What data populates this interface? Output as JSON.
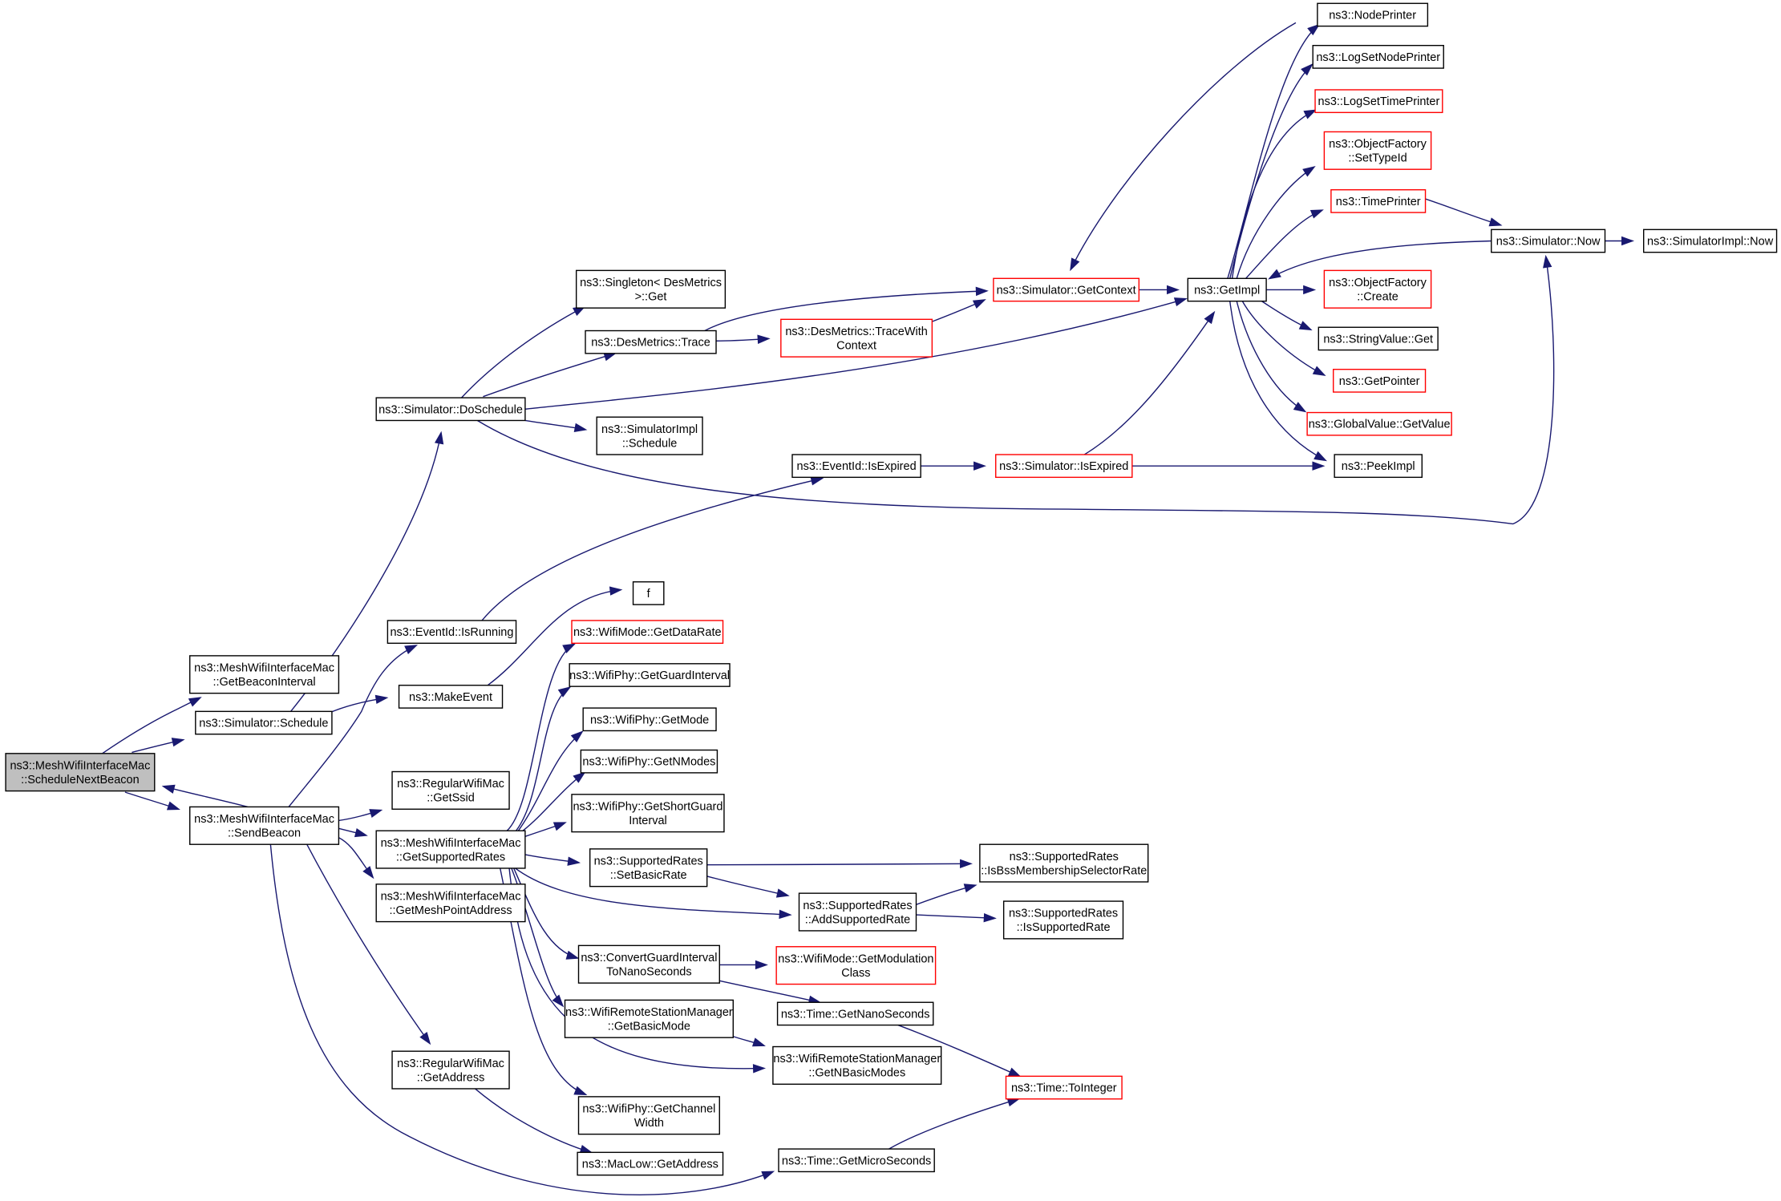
{
  "colors": {
    "edge": "#191970",
    "normal_border": "#000000",
    "truncated_border": "#ff0000",
    "root_fill": "#bfbfbf",
    "node_fill": "#ffffff"
  },
  "nodes": [
    {
      "id": "root",
      "lines": [
        "ns3::MeshWifiInterfaceMac",
        "::ScheduleNextBeacon"
      ],
      "kind": "root"
    },
    {
      "id": "getBeaconInterval",
      "lines": [
        "ns3::MeshWifiInterfaceMac",
        "::GetBeaconInterval"
      ],
      "kind": "normal"
    },
    {
      "id": "simSchedule",
      "lines": [
        "ns3::Simulator::Schedule"
      ],
      "kind": "normal"
    },
    {
      "id": "sendBeacon",
      "lines": [
        "ns3::MeshWifiInterfaceMac",
        "::SendBeacon"
      ],
      "kind": "normal"
    },
    {
      "id": "doSchedule",
      "lines": [
        "ns3::Simulator::DoSchedule"
      ],
      "kind": "normal"
    },
    {
      "id": "singletonGet",
      "lines": [
        "ns3::Singleton< DesMetrics",
        ">::Get"
      ],
      "kind": "normal"
    },
    {
      "id": "desTrace",
      "lines": [
        "ns3::DesMetrics::Trace"
      ],
      "kind": "normal"
    },
    {
      "id": "simImplSchedule",
      "lines": [
        "ns3::SimulatorImpl",
        "::Schedule"
      ],
      "kind": "normal"
    },
    {
      "id": "traceWithContext",
      "lines": [
        "ns3::DesMetrics::TraceWith",
        "Context"
      ],
      "kind": "truncated"
    },
    {
      "id": "getContext",
      "lines": [
        "ns3::Simulator::GetContext"
      ],
      "kind": "truncated"
    },
    {
      "id": "getImpl",
      "lines": [
        "ns3::GetImpl"
      ],
      "kind": "normal"
    },
    {
      "id": "eventIsExpired",
      "lines": [
        "ns3::EventId::IsExpired"
      ],
      "kind": "normal"
    },
    {
      "id": "simIsExpired",
      "lines": [
        "ns3::Simulator::IsExpired"
      ],
      "kind": "truncated"
    },
    {
      "id": "nodePrinter",
      "lines": [
        "ns3::NodePrinter"
      ],
      "kind": "normal"
    },
    {
      "id": "logSetNodePrinter",
      "lines": [
        "ns3::LogSetNodePrinter"
      ],
      "kind": "normal"
    },
    {
      "id": "logSetTimePrinter",
      "lines": [
        "ns3::LogSetTimePrinter"
      ],
      "kind": "truncated"
    },
    {
      "id": "ofSetTypeId",
      "lines": [
        "ns3::ObjectFactory",
        "::SetTypeId"
      ],
      "kind": "truncated"
    },
    {
      "id": "timePrinter",
      "lines": [
        "ns3::TimePrinter"
      ],
      "kind": "truncated"
    },
    {
      "id": "ofCreate",
      "lines": [
        "ns3::ObjectFactory",
        "::Create"
      ],
      "kind": "truncated"
    },
    {
      "id": "stringValueGet",
      "lines": [
        "ns3::StringValue::Get"
      ],
      "kind": "normal"
    },
    {
      "id": "getPointer",
      "lines": [
        "ns3::GetPointer"
      ],
      "kind": "truncated"
    },
    {
      "id": "globalValueGet",
      "lines": [
        "ns3::GlobalValue::GetValue"
      ],
      "kind": "truncated"
    },
    {
      "id": "peekImpl",
      "lines": [
        "ns3::PeekImpl"
      ],
      "kind": "normal"
    },
    {
      "id": "simNow",
      "lines": [
        "ns3::Simulator::Now"
      ],
      "kind": "normal"
    },
    {
      "id": "simImplNow",
      "lines": [
        "ns3::SimulatorImpl::Now"
      ],
      "kind": "normal"
    },
    {
      "id": "eventIsRunning",
      "lines": [
        "ns3::EventId::IsRunning"
      ],
      "kind": "normal"
    },
    {
      "id": "makeEvent",
      "lines": [
        "ns3::MakeEvent"
      ],
      "kind": "normal"
    },
    {
      "id": "f",
      "lines": [
        "f"
      ],
      "kind": "normal"
    },
    {
      "id": "getSsid",
      "lines": [
        "ns3::RegularWifiMac",
        "::GetSsid"
      ],
      "kind": "normal"
    },
    {
      "id": "getSupportedRates",
      "lines": [
        "ns3::MeshWifiInterfaceMac",
        "::GetSupportedRates"
      ],
      "kind": "normal"
    },
    {
      "id": "getMeshPointAddress",
      "lines": [
        "ns3::MeshWifiInterfaceMac",
        "::GetMeshPointAddress"
      ],
      "kind": "normal"
    },
    {
      "id": "regGetAddress",
      "lines": [
        "ns3::RegularWifiMac",
        "::GetAddress"
      ],
      "kind": "normal"
    },
    {
      "id": "getDataRate",
      "lines": [
        "ns3::WifiMode::GetDataRate"
      ],
      "kind": "truncated"
    },
    {
      "id": "getGuardInterval",
      "lines": [
        "ns3::WifiPhy::GetGuardInterval"
      ],
      "kind": "normal"
    },
    {
      "id": "getMode",
      "lines": [
        "ns3::WifiPhy::GetMode"
      ],
      "kind": "normal"
    },
    {
      "id": "getNModes",
      "lines": [
        "ns3::WifiPhy::GetNModes"
      ],
      "kind": "normal"
    },
    {
      "id": "getShortGuard",
      "lines": [
        "ns3::WifiPhy::GetShortGuard",
        "Interval"
      ],
      "kind": "normal"
    },
    {
      "id": "setBasicRate",
      "lines": [
        "ns3::SupportedRates",
        "::SetBasicRate"
      ],
      "kind": "normal"
    },
    {
      "id": "isBssMembership",
      "lines": [
        "ns3::SupportedRates",
        "::IsBssMembershipSelectorRate"
      ],
      "kind": "normal"
    },
    {
      "id": "addSupportedRate",
      "lines": [
        "ns3::SupportedRates",
        "::AddSupportedRate"
      ],
      "kind": "normal"
    },
    {
      "id": "isSupportedRate",
      "lines": [
        "ns3::SupportedRates",
        "::IsSupportedRate"
      ],
      "kind": "normal"
    },
    {
      "id": "convertGuard",
      "lines": [
        "ns3::ConvertGuardInterval",
        "ToNanoSeconds"
      ],
      "kind": "normal"
    },
    {
      "id": "getModClass",
      "lines": [
        "ns3::WifiMode::GetModulation",
        "Class"
      ],
      "kind": "truncated"
    },
    {
      "id": "getNanoSeconds",
      "lines": [
        "ns3::Time::GetNanoSeconds"
      ],
      "kind": "normal"
    },
    {
      "id": "getBasicMode",
      "lines": [
        "ns3::WifiRemoteStationManager",
        "::GetBasicMode"
      ],
      "kind": "normal"
    },
    {
      "id": "getNBasicModes",
      "lines": [
        "ns3::WifiRemoteStationManager",
        "::GetNBasicModes"
      ],
      "kind": "normal"
    },
    {
      "id": "timeToInteger",
      "lines": [
        "ns3::Time::ToInteger"
      ],
      "kind": "truncated"
    },
    {
      "id": "getChannelWidth",
      "lines": [
        "ns3::WifiPhy::GetChannel",
        "Width"
      ],
      "kind": "normal"
    },
    {
      "id": "macLowGetAddress",
      "lines": [
        "ns3::MacLow::GetAddress"
      ],
      "kind": "normal"
    },
    {
      "id": "getMicroSeconds",
      "lines": [
        "ns3::Time::GetMicroSeconds"
      ],
      "kind": "normal"
    }
  ],
  "edges": [
    [
      "root",
      "getBeaconInterval"
    ],
    [
      "root",
      "simSchedule"
    ],
    [
      "root",
      "sendBeacon"
    ],
    [
      "sendBeacon",
      "root"
    ],
    [
      "simSchedule",
      "doSchedule"
    ],
    [
      "simSchedule",
      "makeEvent"
    ],
    [
      "doSchedule",
      "singletonGet"
    ],
    [
      "doSchedule",
      "desTrace"
    ],
    [
      "doSchedule",
      "simImplSchedule"
    ],
    [
      "doSchedule",
      "getImpl"
    ],
    [
      "doSchedule",
      "simNow"
    ],
    [
      "desTrace",
      "traceWithContext"
    ],
    [
      "desTrace",
      "getContext"
    ],
    [
      "traceWithContext",
      "getContext"
    ],
    [
      "getContext",
      "getImpl"
    ],
    [
      "getContext",
      "nodePrinter"
    ],
    [
      "getImpl",
      "nodePrinter"
    ],
    [
      "getImpl",
      "logSetNodePrinter"
    ],
    [
      "getImpl",
      "logSetTimePrinter"
    ],
    [
      "getImpl",
      "ofSetTypeId"
    ],
    [
      "getImpl",
      "timePrinter"
    ],
    [
      "getImpl",
      "ofCreate"
    ],
    [
      "getImpl",
      "stringValueGet"
    ],
    [
      "getImpl",
      "getPointer"
    ],
    [
      "getImpl",
      "globalValueGet"
    ],
    [
      "getImpl",
      "peekImpl"
    ],
    [
      "timePrinter",
      "simNow"
    ],
    [
      "simNow",
      "getImpl"
    ],
    [
      "simNow",
      "simImplNow"
    ],
    [
      "eventIsExpired",
      "simIsExpired"
    ],
    [
      "simIsExpired",
      "getImpl"
    ],
    [
      "simIsExpired",
      "peekImpl"
    ],
    [
      "sendBeacon",
      "eventIsRunning"
    ],
    [
      "eventIsRunning",
      "eventIsExpired"
    ],
    [
      "makeEvent",
      "f"
    ],
    [
      "sendBeacon",
      "getSsid"
    ],
    [
      "sendBeacon",
      "getSupportedRates"
    ],
    [
      "sendBeacon",
      "getMeshPointAddress"
    ],
    [
      "sendBeacon",
      "regGetAddress"
    ],
    [
      "sendBeacon",
      "getMicroSeconds"
    ],
    [
      "getSupportedRates",
      "getDataRate"
    ],
    [
      "getSupportedRates",
      "getGuardInterval"
    ],
    [
      "getSupportedRates",
      "getMode"
    ],
    [
      "getSupportedRates",
      "getNModes"
    ],
    [
      "getSupportedRates",
      "getShortGuard"
    ],
    [
      "getSupportedRates",
      "setBasicRate"
    ],
    [
      "getSupportedRates",
      "addSupportedRate"
    ],
    [
      "getSupportedRates",
      "convertGuard"
    ],
    [
      "getSupportedRates",
      "getBasicMode"
    ],
    [
      "getSupportedRates",
      "getNBasicModes"
    ],
    [
      "getSupportedRates",
      "getChannelWidth"
    ],
    [
      "setBasicRate",
      "isBssMembership"
    ],
    [
      "setBasicRate",
      "addSupportedRate"
    ],
    [
      "addSupportedRate",
      "isBssMembership"
    ],
    [
      "addSupportedRate",
      "isSupportedRate"
    ],
    [
      "convertGuard",
      "getModClass"
    ],
    [
      "convertGuard",
      "getNanoSeconds"
    ],
    [
      "getNanoSeconds",
      "timeToInteger"
    ],
    [
      "getBasicMode",
      "getNBasicModes"
    ],
    [
      "regGetAddress",
      "macLowGetAddress"
    ],
    [
      "getMicroSeconds",
      "timeToInteger"
    ]
  ]
}
